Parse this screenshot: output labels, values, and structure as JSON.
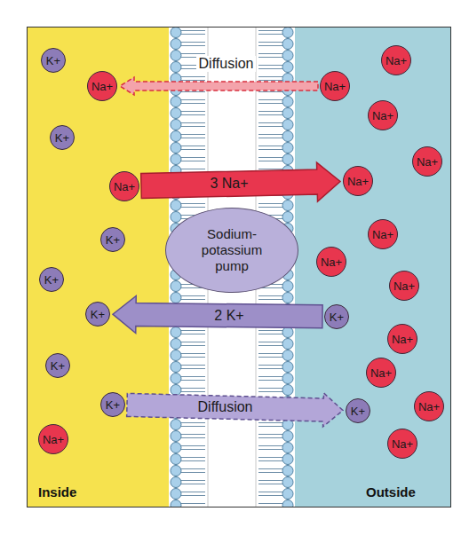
{
  "diagram": {
    "nodes": [
      {
        "text": [
          "Inside"
        ]
      },
      {
        "text": [
          "K+"
        ],
        "in": 0
      },
      {
        "text": [
          "Na+"
        ],
        "in": 0
      },
      {
        "text": [
          "K+"
        ],
        "in": 0
      },
      {
        "text": [
          "Na+"
        ],
        "in": 0
      },
      {
        "text": [
          "K+"
        ],
        "in": 0
      },
      {
        "text": [
          "K+"
        ],
        "in": 0
      },
      {
        "text": [
          "K+"
        ],
        "in": 0
      },
      {
        "text": [
          "K+"
        ],
        "in": 0
      },
      {
        "text": [
          "K+"
        ],
        "in": 0
      },
      {
        "text": [
          "Na+"
        ],
        "in": 0
      },
      {
        "text": [
          "Sodium-potassium pump"
        ]
      },
      {
        "text": [
          "Outside"
        ]
      },
      {
        "text": [
          "Na+"
        ],
        "in": 12
      },
      {
        "text": [
          "Na+"
        ],
        "in": 12
      },
      {
        "text": [
          "Na+"
        ],
        "in": 12
      },
      {
        "text": [
          "Na+"
        ],
        "in": 12
      },
      {
        "text": [
          "Na+"
        ],
        "in": 12
      },
      {
        "text": [
          "Na+"
        ],
        "in": 12
      },
      {
        "text": [
          "Na+"
        ],
        "in": 12
      },
      {
        "text": [
          "Na+"
        ],
        "in": 12
      },
      {
        "text": [
          "K+"
        ],
        "in": 12
      },
      {
        "text": [
          "Na+"
        ],
        "in": 12
      },
      {
        "text": [
          "Na+"
        ],
        "in": 12
      },
      {
        "text": [
          "K+"
        ],
        "in": 12
      },
      {
        "text": [
          "Na+"
        ],
        "in": 12
      },
      {
        "text": [
          "Na+"
        ],
        "in": 12
      }
    ],
    "edges": [
      {
        "from": 14,
        "to": 2,
        "arrow": "to",
        "label": "Diffusion"
      },
      {
        "from": 4,
        "to": 17,
        "arrow": "to",
        "label": "3 Na+"
      },
      {
        "from": 21,
        "to": 7,
        "arrow": "to",
        "label": "2 K+"
      },
      {
        "from": 9,
        "to": 24,
        "arrow": "to",
        "label": "Diffusion"
      }
    ]
  }
}
